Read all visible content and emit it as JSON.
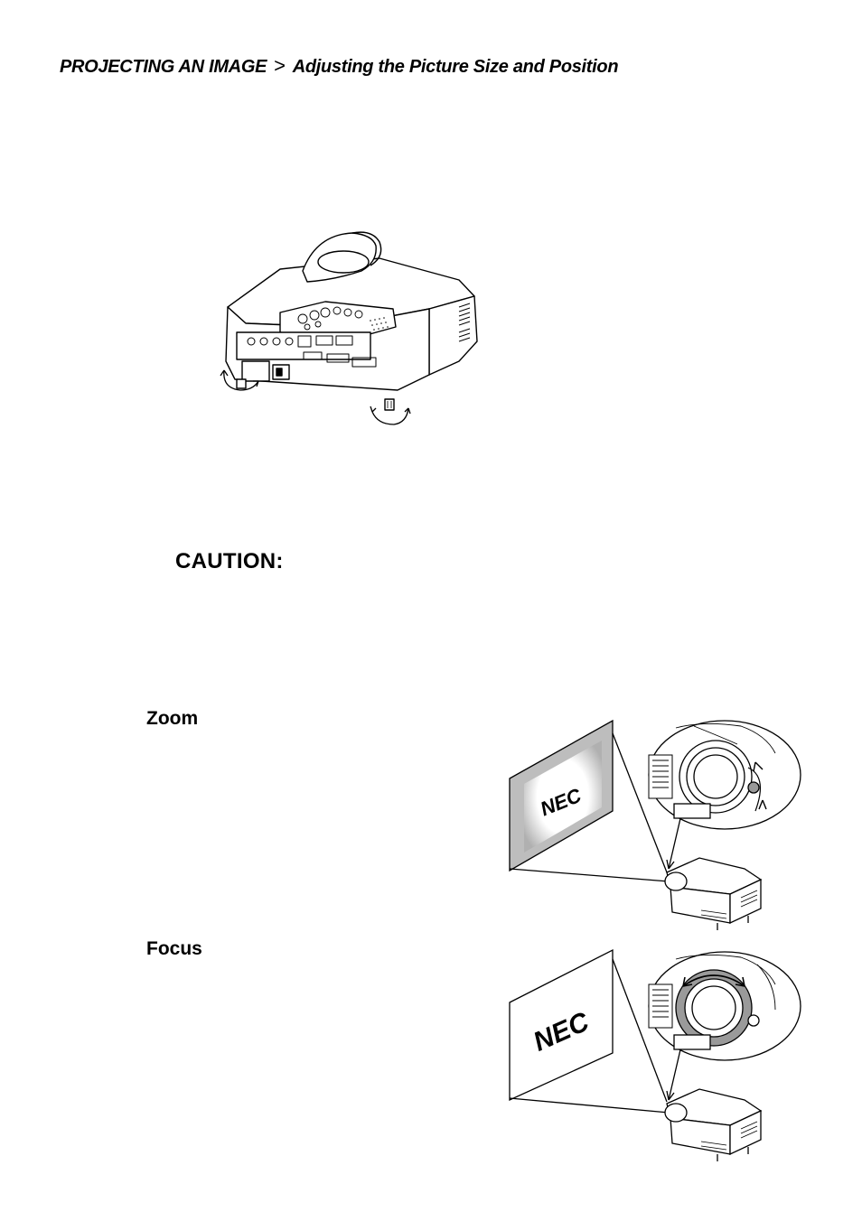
{
  "header": {
    "section": "PROJECTING AN IMAGE",
    "separator": ">",
    "topic": "Adjusting the Picture Size and Position"
  },
  "caution": {
    "label": "CAUTION:"
  },
  "zoom": {
    "heading": "Zoom",
    "screen_logo": "NEC"
  },
  "focus": {
    "heading": "Focus",
    "screen_logo": "NEC"
  }
}
